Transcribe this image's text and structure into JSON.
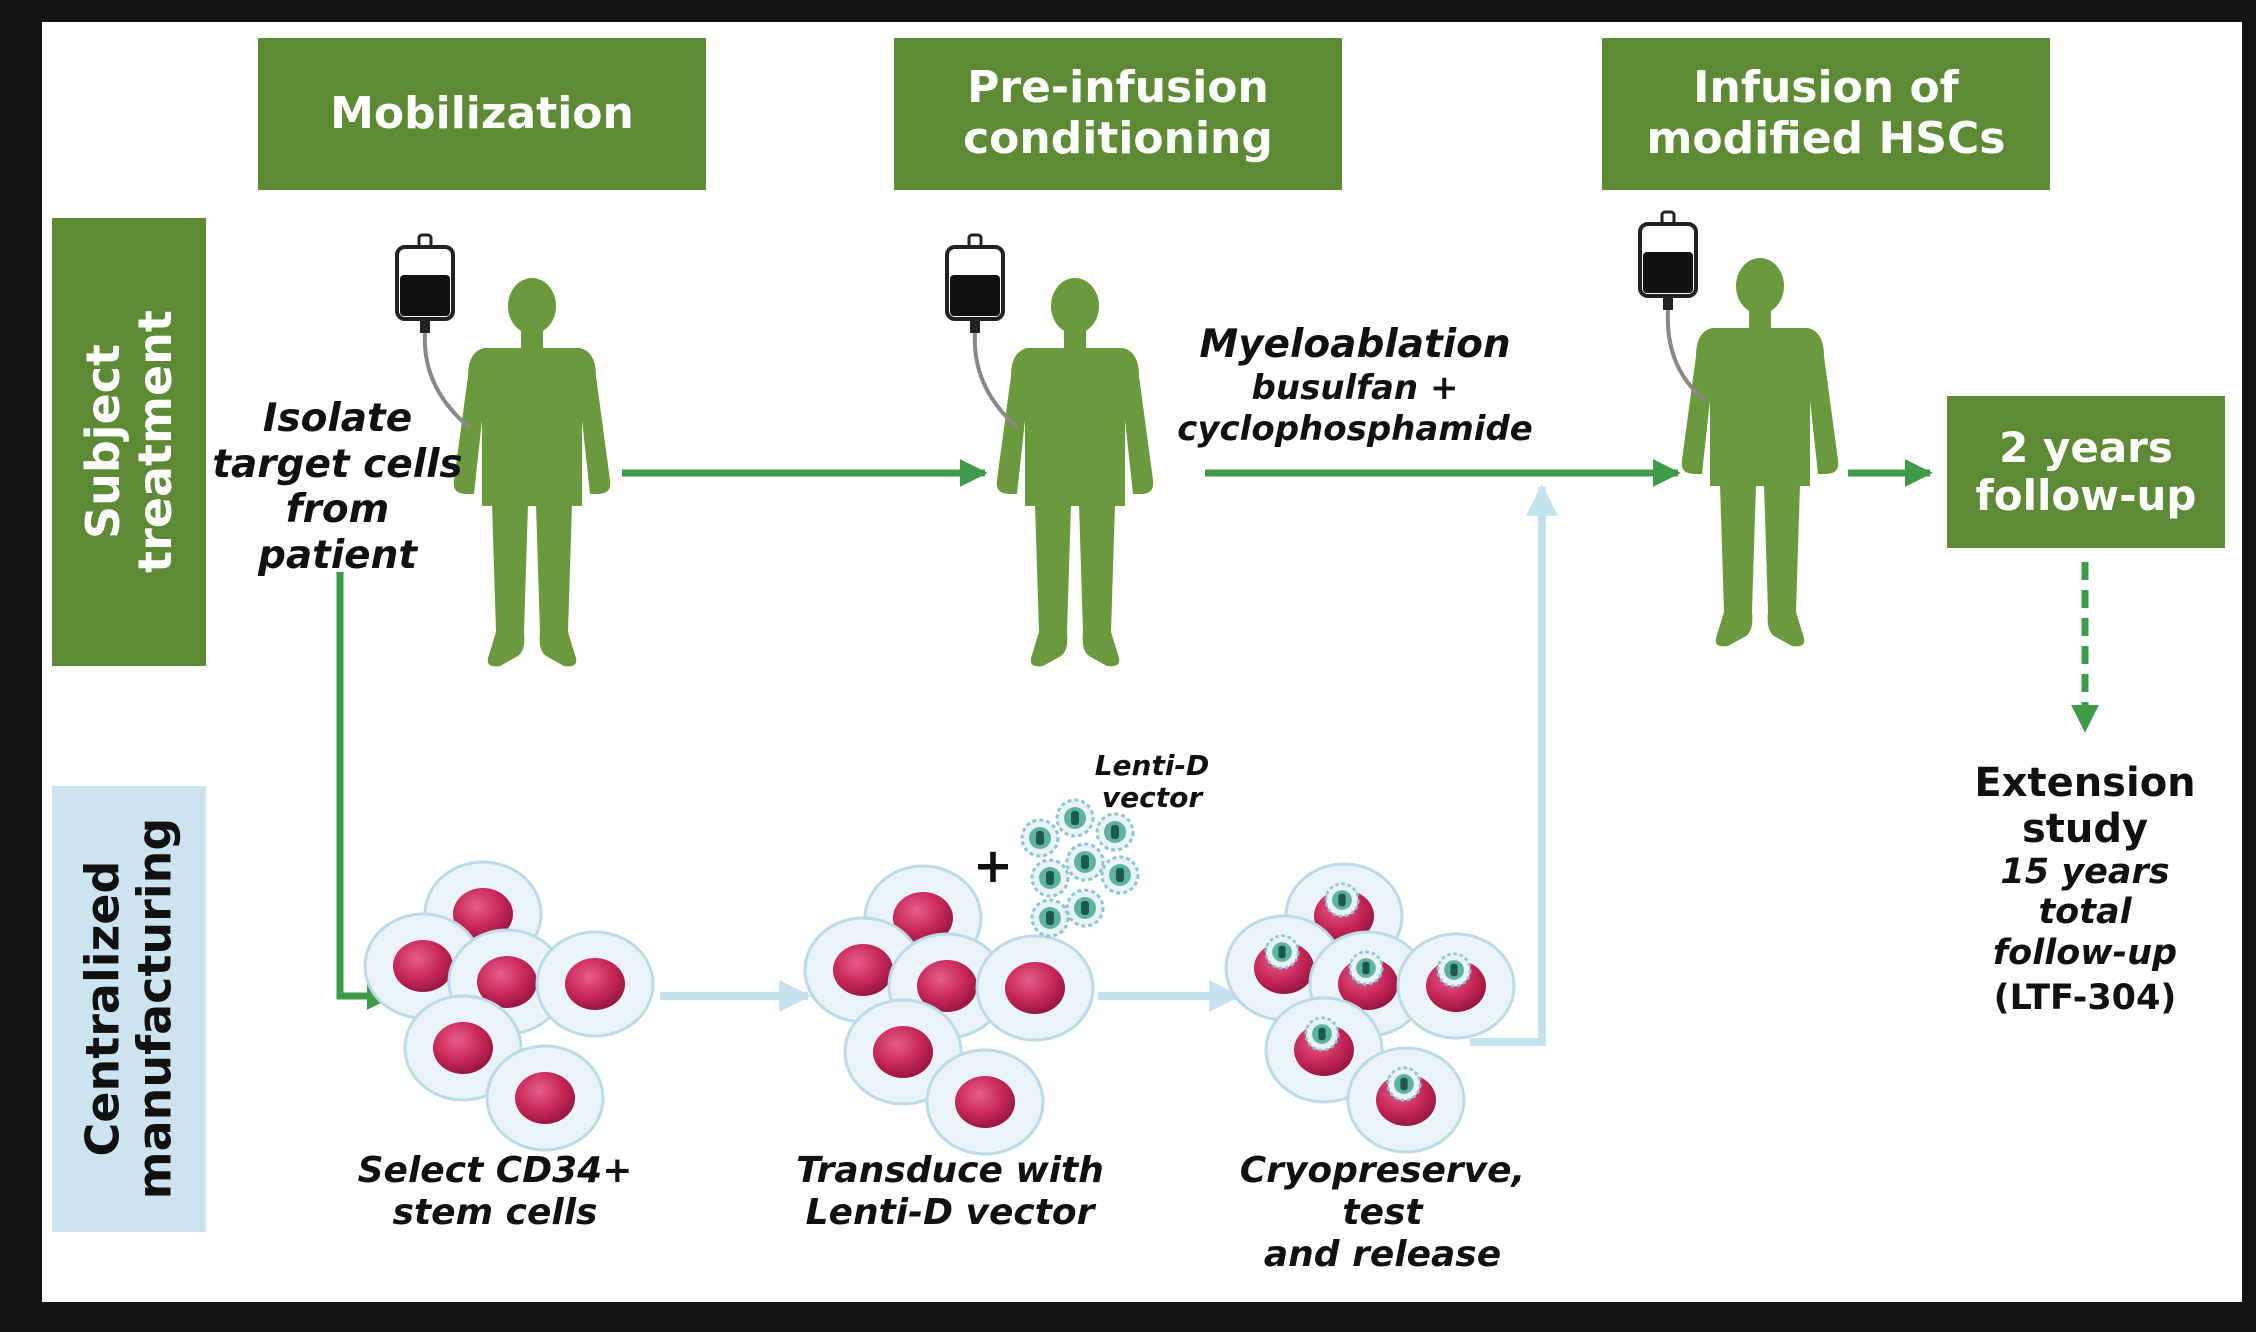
{
  "phases": {
    "mobilization": "Mobilization",
    "preinfusion": "Pre-infusion\nconditioning",
    "infusion": "Infusion of\nmodified HSCs"
  },
  "rows": {
    "subject": "Subject\ntreatment",
    "manufacturing": "Centralized\nmanufacturing"
  },
  "steps": {
    "isolate": "Isolate\ntarget cells\nfrom patient",
    "myeloablation_title": "Myeloablation",
    "myeloablation_drugs": "busulfan +\ncyclophosphamide",
    "select": "Select CD34+\nstem cells",
    "transduce": "Transduce with\nLenti-D vector",
    "cryopreserve": "Cryopreserve, test\nand release",
    "plus": "+",
    "vector_label": "Lenti-D\nvector"
  },
  "followup": {
    "box": "2 years\nfollow-up",
    "extension_title": "Extension\nstudy",
    "extension_detail": "15 years\ntotal\nfollow-up",
    "extension_code": "(LTF-304)"
  },
  "colors": {
    "green_box": "#5e8a35",
    "figure_green": "#6a9a3d",
    "arrow_green": "#3f9a4a",
    "arrow_light": "#c5e3ef",
    "manufacturing_bg": "#cde4f0",
    "cell_red": "#c8285a",
    "outer_bg": "#131313",
    "panel_bg": "#ffffff"
  }
}
